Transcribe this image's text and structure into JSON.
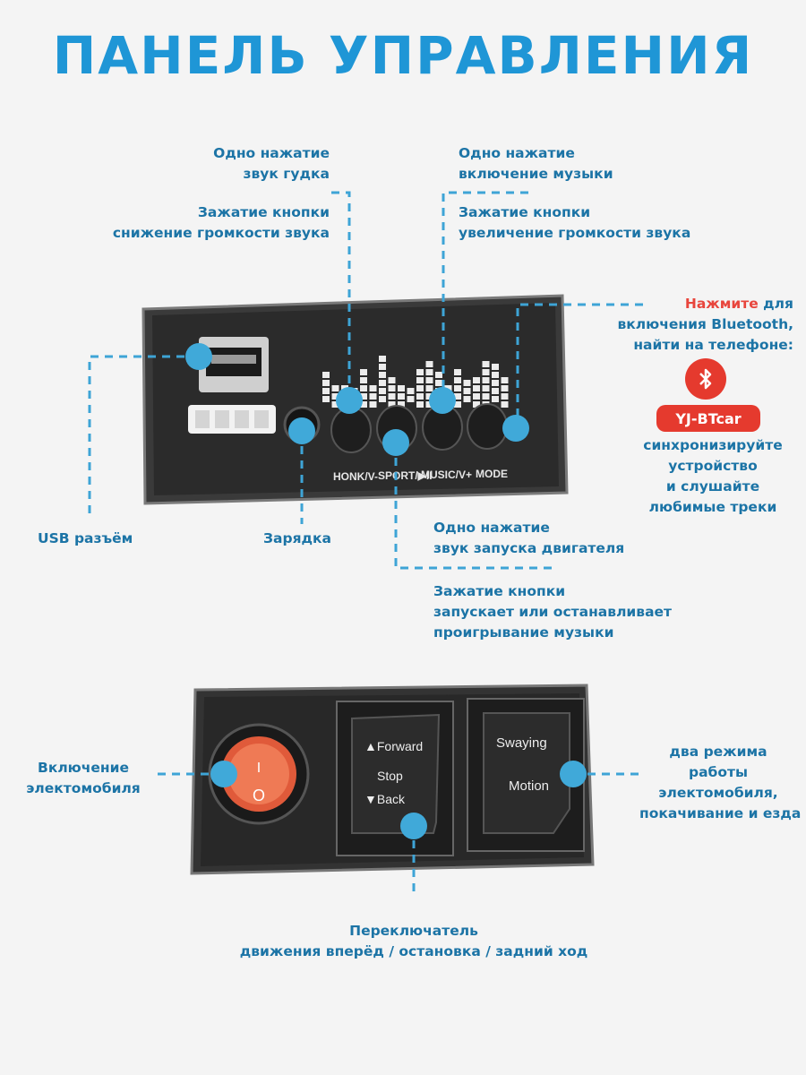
{
  "title": "ПАНЕЛЬ УПРАВЛЕНИЯ",
  "top_panel": {
    "buttons": [
      "HONK/V-",
      "SPORT/▶II",
      "MUSIC/V+",
      "MODE"
    ]
  },
  "labels": {
    "honk_press": [
      "Одно нажатие",
      "звук гудка"
    ],
    "honk_hold": [
      "Зажатие кнопки",
      "снижение громкости звука"
    ],
    "music_press": [
      "Одно нажатие",
      "включение музыки"
    ],
    "music_hold": [
      "Зажатие кнопки",
      "увеличение громкости звука"
    ],
    "bluetooth_highlight": "Нажмите",
    "bluetooth_rest1": " для",
    "bluetooth_line2": "включения Bluetooth,",
    "bluetooth_line3": "найти на телефоне:",
    "bluetooth_device": "YJ-BTcar",
    "bluetooth_after": [
      "синхронизируйте",
      "устройство",
      "и слушайте",
      "любимые треки"
    ],
    "usb": "USB разъём",
    "charge": "Зарядка",
    "sport_press": [
      "Одно нажатие",
      "звук запуска двигателя"
    ],
    "sport_hold": [
      "Зажатие кнопки",
      "запускает или останавливает",
      "проигрывание музыки"
    ],
    "power": [
      "Включение",
      "электомобиля"
    ],
    "modes": [
      "два режима",
      "работы",
      "электомобиля,",
      "покачивание и езда"
    ],
    "switch": [
      "Переключатель",
      "движения вперёд / остановка / задний ход"
    ]
  },
  "bottom_panel": {
    "power_switch_on": "I",
    "power_switch_off": "O",
    "direction": [
      "▲Forward",
      "Stop",
      "▼Back"
    ],
    "mode_switch": [
      "Swaying",
      "Motion"
    ]
  },
  "colors": {
    "accent": "#1f96d6",
    "label": "#1c74a6",
    "highlight": "#e53a2e",
    "dot": "#40a9d9"
  }
}
